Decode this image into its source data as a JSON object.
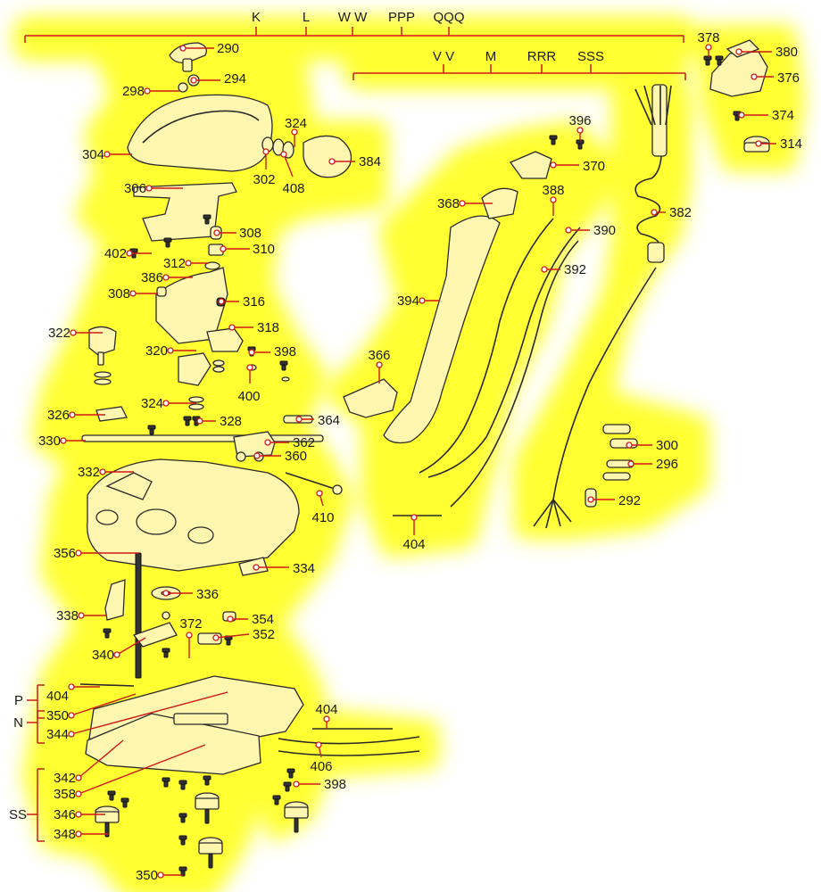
{
  "colors": {
    "glow": "#ffff33",
    "leader": "#d01818",
    "line": "#2a2a2a"
  },
  "top_groups": [
    {
      "label": "K"
    },
    {
      "label": "L"
    },
    {
      "label": "W W"
    },
    {
      "label": "PPP"
    },
    {
      "label": "QQQ"
    }
  ],
  "second_groups": [
    {
      "label": "V V"
    },
    {
      "label": "M"
    },
    {
      "label": "RRR"
    },
    {
      "label": "SSS"
    }
  ],
  "side_groups": {
    "p": "P",
    "n": "N",
    "ss": "SS"
  },
  "parts": [
    {
      "id": "p290",
      "text": "290"
    },
    {
      "id": "p294",
      "text": "294"
    },
    {
      "id": "p298",
      "text": "298"
    },
    {
      "id": "p324a",
      "text": "324"
    },
    {
      "id": "p304",
      "text": "304"
    },
    {
      "id": "p384",
      "text": "384"
    },
    {
      "id": "p302",
      "text": "302"
    },
    {
      "id": "p408",
      "text": "408"
    },
    {
      "id": "p306",
      "text": "306"
    },
    {
      "id": "p308a",
      "text": "308"
    },
    {
      "id": "p402",
      "text": "402"
    },
    {
      "id": "p310",
      "text": "310"
    },
    {
      "id": "p312",
      "text": "312"
    },
    {
      "id": "p386",
      "text": "386"
    },
    {
      "id": "p308b",
      "text": "308"
    },
    {
      "id": "p316",
      "text": "316"
    },
    {
      "id": "p322",
      "text": "322"
    },
    {
      "id": "p318",
      "text": "318"
    },
    {
      "id": "p320",
      "text": "320"
    },
    {
      "id": "p398a",
      "text": "398"
    },
    {
      "id": "p400",
      "text": "400"
    },
    {
      "id": "p324b",
      "text": "324"
    },
    {
      "id": "p326",
      "text": "326"
    },
    {
      "id": "p328",
      "text": "328"
    },
    {
      "id": "p364",
      "text": "364"
    },
    {
      "id": "p330",
      "text": "330"
    },
    {
      "id": "p362",
      "text": "362"
    },
    {
      "id": "p360",
      "text": "360"
    },
    {
      "id": "p332",
      "text": "332"
    },
    {
      "id": "p410",
      "text": "410"
    },
    {
      "id": "p356",
      "text": "356"
    },
    {
      "id": "p334",
      "text": "334"
    },
    {
      "id": "p336",
      "text": "336"
    },
    {
      "id": "p338",
      "text": "338"
    },
    {
      "id": "p354",
      "text": "354"
    },
    {
      "id": "p372",
      "text": "372"
    },
    {
      "id": "p352",
      "text": "352"
    },
    {
      "id": "p340",
      "text": "340"
    },
    {
      "id": "p404a",
      "text": "404"
    },
    {
      "id": "p350a",
      "text": "350"
    },
    {
      "id": "p344",
      "text": "344"
    },
    {
      "id": "p404b",
      "text": "404"
    },
    {
      "id": "p406",
      "text": "406"
    },
    {
      "id": "p342",
      "text": "342"
    },
    {
      "id": "p358",
      "text": "358"
    },
    {
      "id": "p398b",
      "text": "398"
    },
    {
      "id": "p346",
      "text": "346"
    },
    {
      "id": "p348",
      "text": "348"
    },
    {
      "id": "p350b",
      "text": "350"
    },
    {
      "id": "p396",
      "text": "396"
    },
    {
      "id": "p370",
      "text": "370"
    },
    {
      "id": "p368",
      "text": "368"
    },
    {
      "id": "p388",
      "text": "388"
    },
    {
      "id": "p382",
      "text": "382"
    },
    {
      "id": "p390",
      "text": "390"
    },
    {
      "id": "p392",
      "text": "392"
    },
    {
      "id": "p394",
      "text": "394"
    },
    {
      "id": "p366",
      "text": "366"
    },
    {
      "id": "p404c",
      "text": "404"
    },
    {
      "id": "p300",
      "text": "300"
    },
    {
      "id": "p296",
      "text": "296"
    },
    {
      "id": "p292",
      "text": "292"
    },
    {
      "id": "p378",
      "text": "378"
    },
    {
      "id": "p380",
      "text": "380"
    },
    {
      "id": "p376",
      "text": "376"
    },
    {
      "id": "p374",
      "text": "374"
    },
    {
      "id": "p314",
      "text": "314"
    }
  ]
}
